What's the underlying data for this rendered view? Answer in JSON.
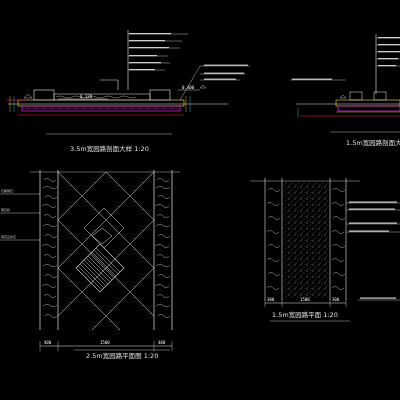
{
  "drawings": {
    "section_35": {
      "title": "3.5m宽园路剖面大样  1:20",
      "dims": {
        "left": "0.320",
        "right": "0.400"
      }
    },
    "section_15": {
      "title": "1.5m宽园路剖面大"
    },
    "plan_25": {
      "title": "2.5m宽园路平面图  1:20",
      "labels": [
        "石路侧石",
        "黄石机",
        "荷花豆条石"
      ],
      "dims": [
        "400",
        "1500",
        "400"
      ]
    },
    "plan_15": {
      "title": "1.5m宽园路平面  1:20",
      "dims": [
        "300",
        "1500",
        "300"
      ]
    }
  },
  "colors": {
    "background": "#000000",
    "line_white": "#e6e6e6",
    "line_red": "#ff2a2a",
    "line_magenta": "#ff30ff",
    "line_yellow": "#ffe21a",
    "line_cyan": "#30d8ff",
    "line_green": "#40ff40",
    "line_orange": "#ff8a1a"
  }
}
